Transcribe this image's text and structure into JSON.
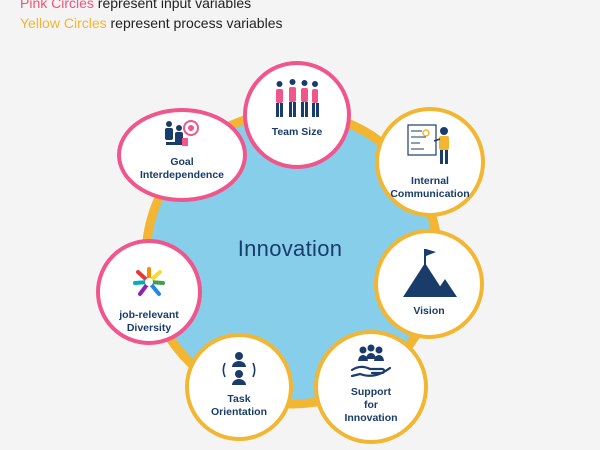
{
  "legend": {
    "pink_term": "Pink Circles",
    "pink_rest": " represent input variables",
    "yellow_term": "Yellow Circles",
    "yellow_rest": " represent process variables"
  },
  "center": {
    "label": "Innovation"
  },
  "colors": {
    "pink": "#f0558c",
    "yellow": "#f2b632",
    "center_fill": "#87ceeb",
    "ring": "#f2b632",
    "text": "#1a3c6b"
  },
  "nodes": {
    "team_size": {
      "label": "Team Size",
      "category": "input"
    },
    "goal_interdependence": {
      "label": "Goal\nInterdependence",
      "category": "input"
    },
    "internal_communication": {
      "label": "Internal\nCommunication",
      "category": "process"
    },
    "job_relevant_diversity": {
      "label": "job-relevant\nDiversity",
      "category": "input"
    },
    "vision": {
      "label": "Vision",
      "category": "process"
    },
    "task_orientation": {
      "label": "Task\nOrientation",
      "category": "process"
    },
    "support_for_innovation": {
      "label": "Support\nfor\nInnovation",
      "category": "process"
    }
  },
  "icons": {
    "team_size": "group-of-people-icon",
    "goal_interdependence": "team-target-icon",
    "internal_communication": "presentation-board-icon",
    "job_relevant_diversity": "colorful-hands-icon",
    "vision": "mountain-flag-icon",
    "task_orientation": "people-cycle-icon",
    "support_for_innovation": "hand-holding-people-icon"
  }
}
